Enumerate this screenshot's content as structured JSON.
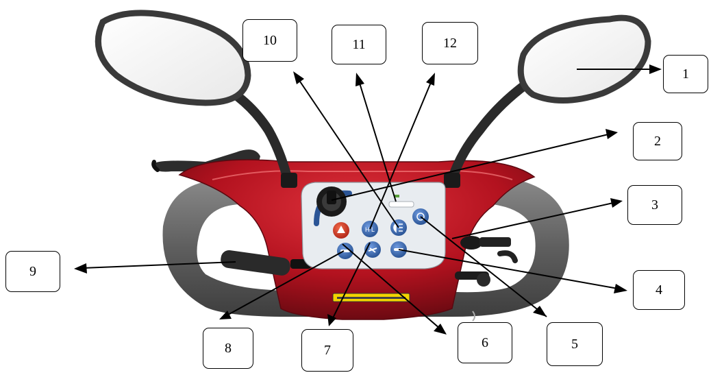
{
  "diagram": {
    "callouts": [
      {
        "id": "1",
        "label": "1"
      },
      {
        "id": "2",
        "label": "2"
      },
      {
        "id": "3",
        "label": "3"
      },
      {
        "id": "4",
        "label": "4"
      },
      {
        "id": "5",
        "label": "5"
      },
      {
        "id": "6",
        "label": "6"
      },
      {
        "id": "7",
        "label": "7"
      },
      {
        "id": "8",
        "label": "8"
      },
      {
        "id": "9",
        "label": "9"
      },
      {
        "id": "10",
        "label": "10"
      },
      {
        "id": "11",
        "label": "11"
      },
      {
        "id": "12",
        "label": "12"
      }
    ],
    "tiller": {
      "speed_dial_icon": "speed-dial-icon",
      "buttons": [
        {
          "name": "hazard-button",
          "icon": "warning-triangle-icon"
        },
        {
          "name": "headlight-button",
          "icon": "headlight-icon"
        },
        {
          "name": "horn-button",
          "icon": "horn-icon"
        },
        {
          "name": "left-indicator-button",
          "icon": "left-indicator-icon"
        },
        {
          "name": "center-button",
          "icon": "scooter-icon"
        },
        {
          "name": "right-indicator-button",
          "icon": "right-indicator-icon"
        },
        {
          "name": "power-button",
          "icon": "power-icon"
        }
      ]
    },
    "colors": {
      "body_red": "#b3121f",
      "grip_gray": "#6b6b6b",
      "panel": "#e8ecf0",
      "button_blue": "#3d6fb8",
      "button_red": "#d63a1e",
      "warning_label": "#f2d400"
    }
  }
}
